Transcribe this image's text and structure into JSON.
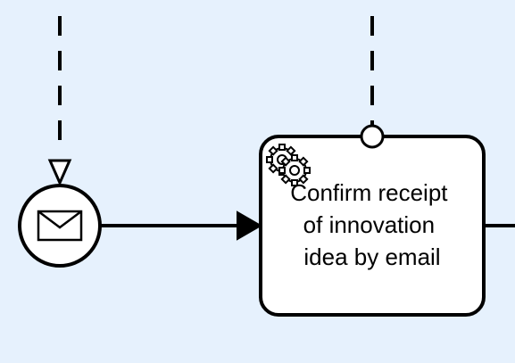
{
  "diagram": {
    "background_color": "#e6f1fd",
    "stroke_color": "#000000",
    "fill_color": "#ffffff",
    "start_event": {
      "type": "message-start-event",
      "icon": "envelope-icon"
    },
    "task": {
      "type": "service-task",
      "icon": "gear-icon",
      "label_lines": [
        "Confirm receipt",
        "of innovation",
        "idea by email"
      ]
    },
    "message_flows": [
      {
        "target": "start-event",
        "ending": "open-triangle-arrow"
      },
      {
        "target": "task",
        "ending": "open-circle"
      }
    ],
    "sequence_flows": [
      {
        "from": "start-event",
        "to": "task",
        "ending": "filled-arrow"
      },
      {
        "from": "task",
        "to": "offscreen-right",
        "ending": "none"
      }
    ]
  }
}
